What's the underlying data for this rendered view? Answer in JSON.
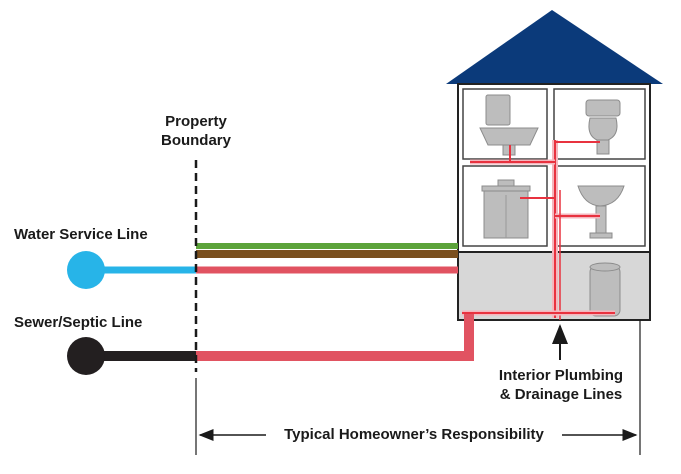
{
  "labels": {
    "property_boundary_line1": "Property",
    "property_boundary_line2": "Boundary",
    "water_service_line": "Water Service Line",
    "sewer_septic_line": "Sewer/Septic Line",
    "interior_plumbing_line1": "Interior Plumbing",
    "interior_plumbing_line2": "& Drainage Lines",
    "responsibility": "Typical Homeowner’s Responsibility"
  },
  "colors": {
    "roof": "#0b3a7a",
    "water_public": "#27b4e8",
    "sewer_public": "#231f20",
    "private_pipe": "#e15361",
    "interior_pipe": "#e8323f",
    "interior_pipe_light": "#f4b6bd",
    "grass": "#5ca33a",
    "soil": "#7a4f1e",
    "basement": "#d7d7d7",
    "fixture": "#bdbdbd"
  },
  "icons": [
    "sink-icon",
    "toilet-icon",
    "vanity-icon",
    "pedestal-sink-icon",
    "water-heater-icon"
  ]
}
